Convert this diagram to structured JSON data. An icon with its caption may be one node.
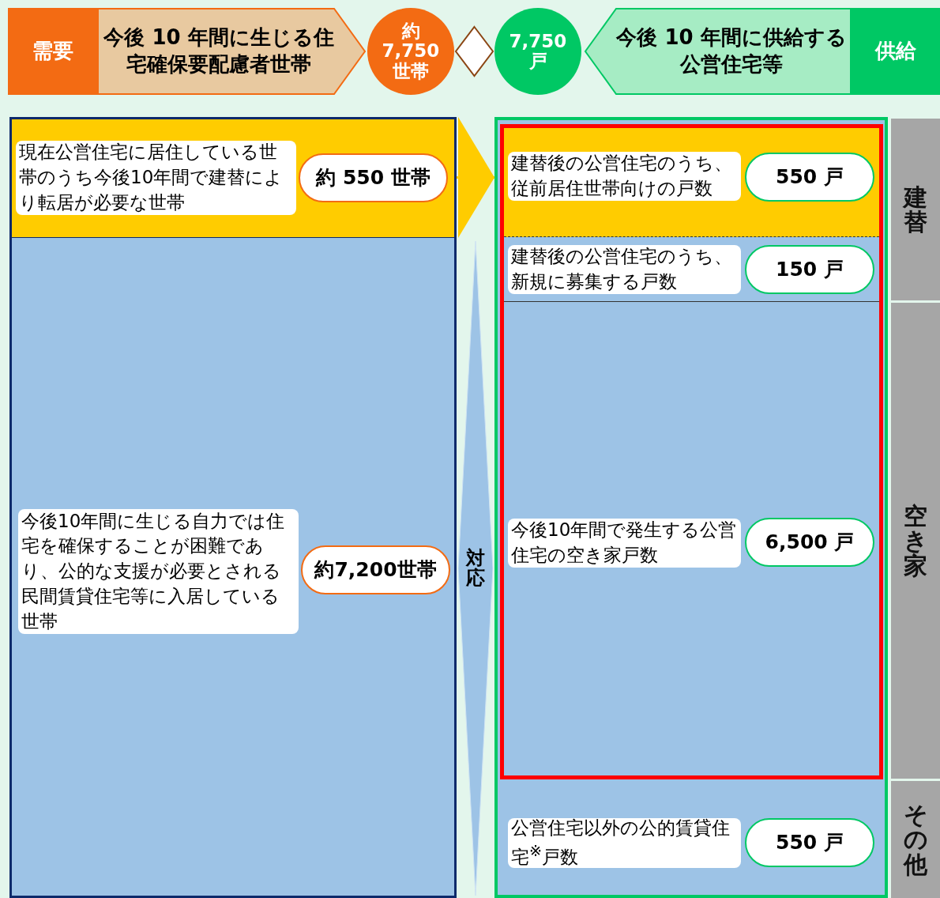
{
  "diagram": {
    "nodes": [
      {
        "text": [
          "需要"
        ]
      },
      {
        "text": [
          "今後 10 年間に生じる住宅確保要配慮者世帯"
        ]
      },
      {
        "text": [
          "約 7,750 世帯"
        ]
      },
      {
        "text": [],
        "shape": "diamond"
      },
      {
        "text": [
          "7,750 戸"
        ]
      },
      {
        "text": [
          "今後 10 年間に供給する公営住宅等"
        ]
      },
      {
        "text": [
          "供給"
        ]
      },
      {
        "text": [],
        "shape": "box"
      },
      {
        "text": [
          "現在公営住宅に居住している世帯のうち今後10年間で建替により転居が必要な世帯"
        ],
        "in": 7
      },
      {
        "text": [
          "約 550 世帯"
        ],
        "in": 7
      },
      {
        "text": [],
        "shape": "box"
      },
      {
        "text": [
          "今後10年間に生じる自力では住宅を確保することが困難であり、公的な支援が必要とされる民間賃貸住宅等に入居している世帯"
        ],
        "in": 10
      },
      {
        "text": [
          "約7,200世帯"
        ],
        "in": 10
      },
      {
        "text": [
          "対応"
        ]
      },
      {
        "text": [],
        "shape": "box"
      },
      {
        "text": [],
        "shape": "box",
        "in": 14
      },
      {
        "text": [],
        "shape": "box",
        "in": 15
      },
      {
        "text": [
          "建替後の公営住宅のうち、従前居住世帯向けの戸数"
        ],
        "in": 16
      },
      {
        "text": [
          "550 戸"
        ],
        "in": 16
      },
      {
        "text": [
          "建替後の公営住宅のうち、新規に募集する戸数"
        ],
        "in": 15
      },
      {
        "text": [
          "150 戸"
        ],
        "in": 15
      },
      {
        "text": [
          "今後10年間で発生する公営住宅の空き家戸数"
        ],
        "in": 15
      },
      {
        "text": [
          "6,500 戸"
        ],
        "in": 15
      },
      {
        "text": [
          "公営住宅以外の公的賃貸住宅$^{※}$戸数"
        ],
        "in": 14
      },
      {
        "text": [
          "550 戸"
        ],
        "in": 14
      },
      {
        "text": [
          "建替"
        ]
      },
      {
        "text": [
          "空き家"
        ]
      },
      {
        "text": [
          "その他"
        ]
      }
    ],
    "edges": [
      {
        "from": 7,
        "to": 14,
        "arrow": "to"
      }
    ]
  }
}
